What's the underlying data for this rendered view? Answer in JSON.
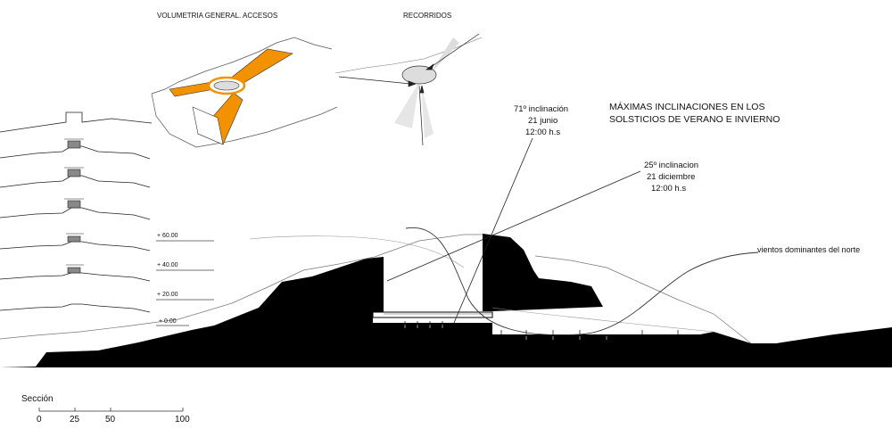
{
  "titles": {
    "volumetria": "VOLUMETRIA GENERAL. ACCESOS",
    "recorridos": "RECORRIDOS",
    "maximas": [
      "MÁXIMAS INCLINACIONES EN LOS",
      "SOLSTICIOS DE VERANO E INVIERNO"
    ]
  },
  "sun_angles": {
    "summer": [
      "71º inclinación",
      "21 junio",
      "12:00 h.s"
    ],
    "winter": [
      "25º inclinacion",
      "21 diciembre",
      "12:00 h.s"
    ]
  },
  "wind_label": "vientos dominantes del norte",
  "levels": [
    "+ 60.00",
    "+ 40.00",
    "+ 20.00",
    "+ 0.00"
  ],
  "scale": {
    "title": "Sección",
    "ticks": [
      "0",
      "25",
      "50",
      "100"
    ]
  },
  "colors": {
    "accent": "#f39200",
    "ink": "#000000",
    "line": "#333333",
    "thin": "#888888",
    "shade": "#cccccc"
  }
}
